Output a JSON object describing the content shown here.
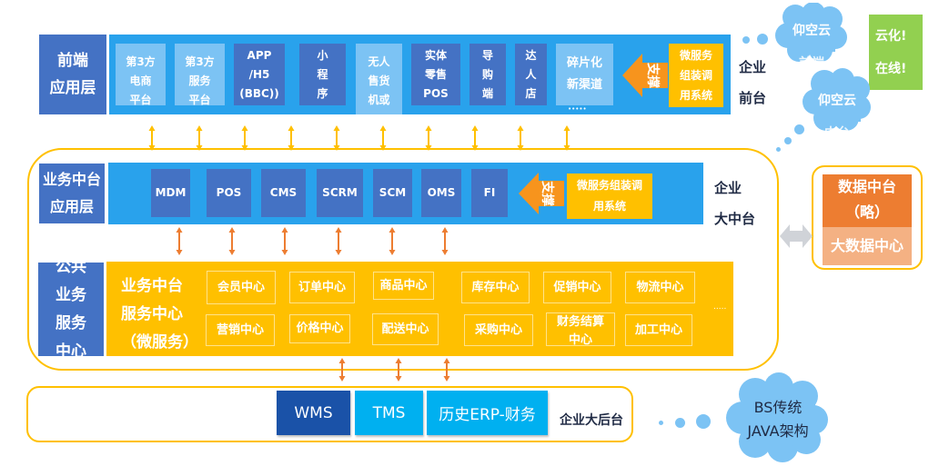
{
  "frontend": {
    "layer_label": "前端\n应用层",
    "tiles": [
      {
        "text": "第3方\n电商\n平台",
        "style": "light"
      },
      {
        "text": "第3方\n服务\n平台",
        "style": "light"
      },
      {
        "text": "APP\n/H5\n(BBC))",
        "style": "dark"
      },
      {
        "text": "小\n程\n序",
        "style": "dark"
      },
      {
        "text": "无人\n售货\n机或",
        "style": "light"
      },
      {
        "text": "实体\n零售\nPOS",
        "style": "dark"
      },
      {
        "text": "导\n购\n端",
        "style": "dark"
      },
      {
        "text": "达\n人\n店",
        "style": "dark"
      },
      {
        "text": "碎片化\n新渠道",
        "style": "light"
      }
    ],
    "ellipsis": "•••••",
    "support_arrow_label": "支撑",
    "support_box": "微服务\n组装调\n用系统",
    "side_label": "企业\n前台"
  },
  "middle": {
    "layer_label": "业务中台\n应用层",
    "tiles": [
      "MDM",
      "POS",
      "CMS",
      "SCRM",
      "SCM",
      "OMS",
      "FI"
    ],
    "support_arrow_label": "支撑",
    "support_box": "微服务组装调\n用系统",
    "side_label": "企业\n大中台"
  },
  "services": {
    "layer_label": "公共\n业务\n服务\n中心",
    "title": "业务中台\n服务中心\n（微服务）",
    "row1": [
      "会员中心",
      "订单中心",
      "商品中心",
      "库存中心",
      "促销中心",
      "物流中心"
    ],
    "row2": [
      "营销中心",
      "价格中心",
      "配送中心",
      "采购中心",
      "财务结算\n中心",
      "加工中心"
    ],
    "ellipsis": "....."
  },
  "data_center": {
    "title": "数据中台\n（略）",
    "subtitle": "大数据中心"
  },
  "backend": {
    "systems": [
      {
        "name": "WMS",
        "color": "#1a52a8"
      },
      {
        "name": "TMS",
        "color": "#00b0f0"
      },
      {
        "name": "历史ERP-财务",
        "color": "#00b0f0"
      }
    ],
    "label": "企业大后台"
  },
  "callouts": {
    "cloud_front": {
      "line1": "仰空云",
      "line2": "前端"
    },
    "cloud_middle": {
      "line1": "仰空云",
      "line2": "中台"
    },
    "cloud_back": "BS传统\nJAVA架构",
    "green_note": "云化!\n在线!"
  },
  "colors": {
    "blue_band": "#29a2ec",
    "label_blue": "#4472c4",
    "tile_light": "#7cc3f4",
    "yellow": "#ffc000",
    "arrow_orange": "#f7941d",
    "connector_yellow": "#ffc000",
    "connector_orange": "#ed7d31",
    "data_orange": "#ed7d31",
    "data_light_orange": "#f4b183",
    "green": "#92d050",
    "cloud": "#7cc3f4"
  }
}
